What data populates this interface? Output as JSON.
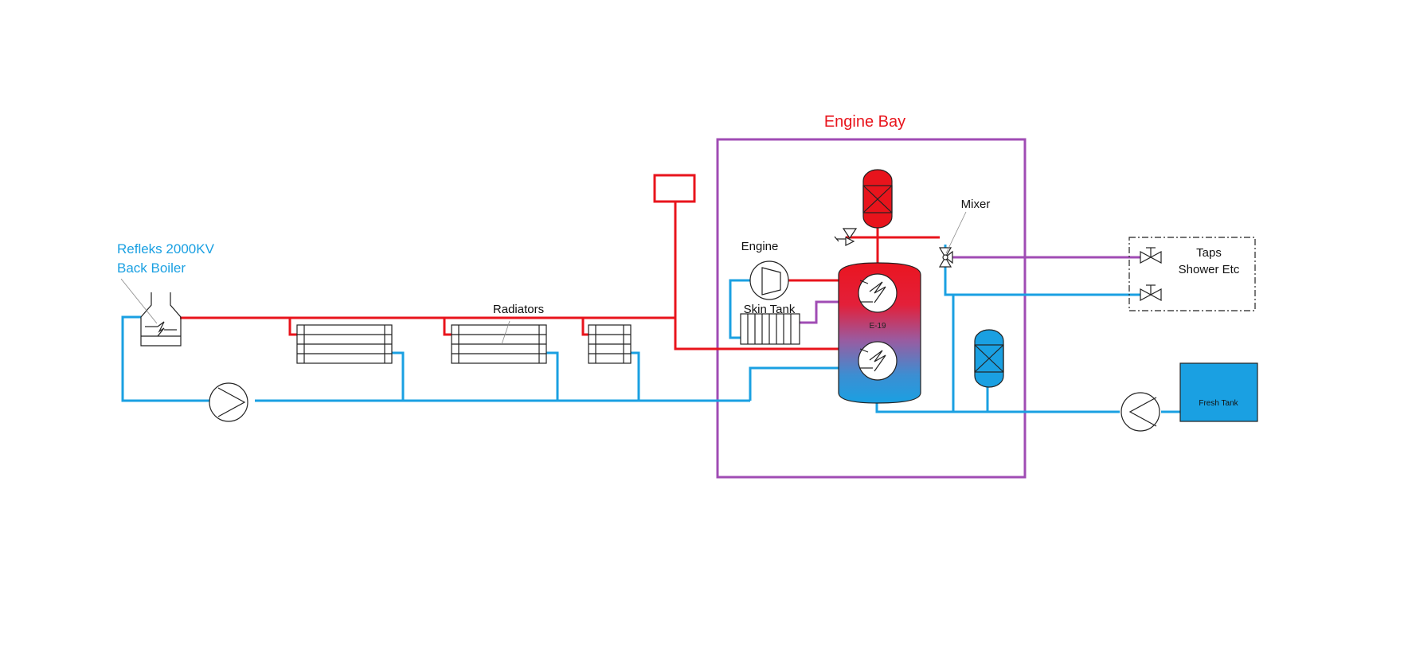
{
  "colors": {
    "hot": "#e8141c",
    "cold": "#1aa0e2",
    "mix": "#a04cb4",
    "line": "#222222",
    "boiler_label": "#1aa0e2",
    "bay_label": "#e8141c",
    "bay_border": "#a04cb4"
  },
  "labels": {
    "engine_bay": "Engine Bay",
    "boiler_line1": "Refleks 2000KV",
    "boiler_line2": "Back Boiler",
    "radiators": "Radiators",
    "engine": "Engine",
    "skin_tank": "Skin Tank",
    "calorifier_id": "E-19",
    "mixer": "Mixer",
    "taps_line1": "Taps",
    "taps_line2": "Shower Etc",
    "fresh_tank": "Fresh Tank"
  },
  "icons": [
    "pump-icon",
    "heat-exchanger-coil-icon",
    "expansion-vessel-icon",
    "pressure-relief-valve-icon",
    "mixing-valve-icon",
    "tap-valve-icon"
  ]
}
